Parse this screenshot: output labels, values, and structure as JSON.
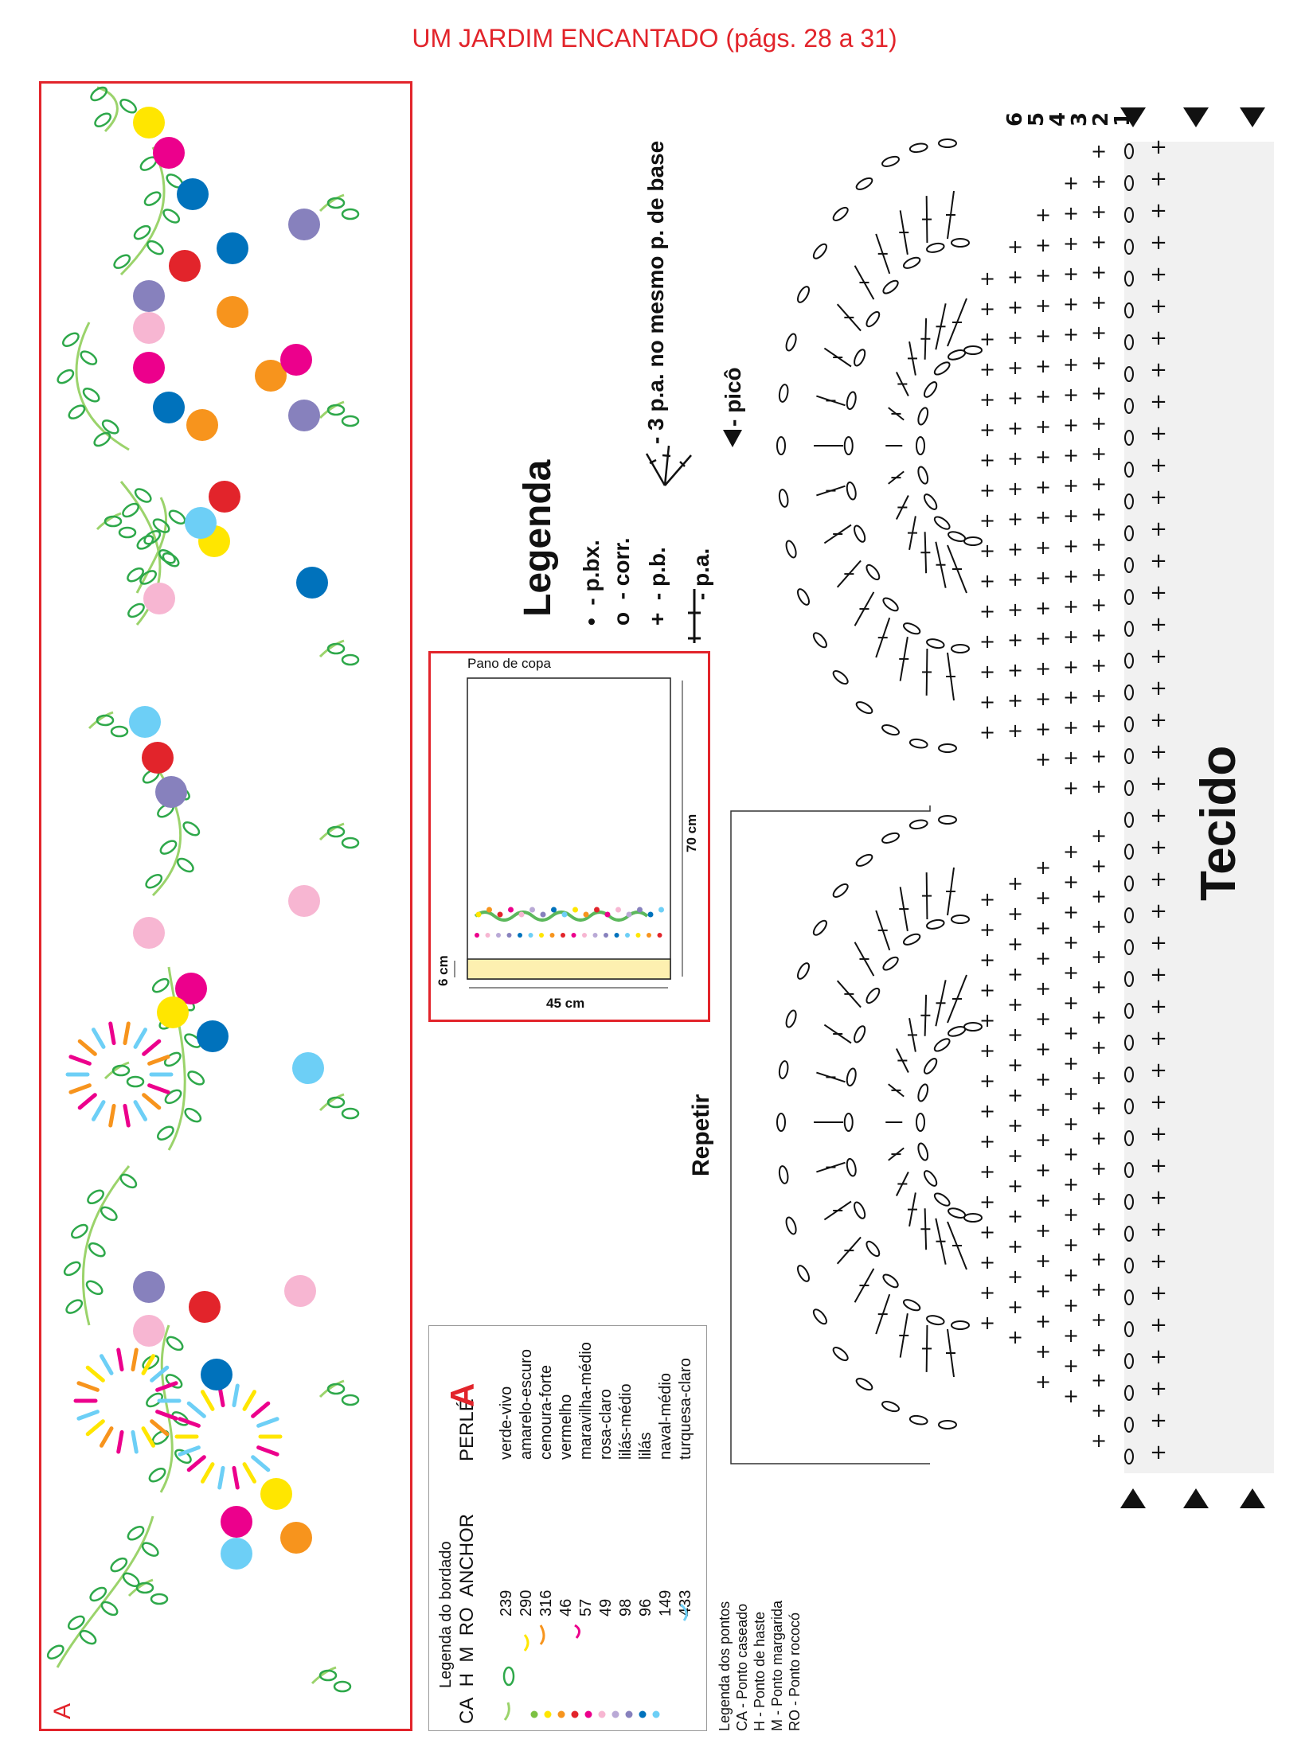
{
  "page": {
    "title": "UM JARDIM ENCANTADO (págs. 28 a 31)"
  },
  "panel_a": {
    "label": "A"
  },
  "towel": {
    "title": "Pano de copa",
    "height_label": "70 cm",
    "width_label": "45 cm",
    "hem_label": "6 cm"
  },
  "crochet_legend": {
    "title": "Legenda",
    "items": [
      {
        "symbol": "•",
        "text": "- p.bx."
      },
      {
        "symbol": "o",
        "text": "- corr."
      },
      {
        "symbol": "+",
        "text": "- p.b."
      },
      {
        "symbol": "ǂ",
        "text": "- p.a."
      },
      {
        "symbol": "3pa",
        "text": "- 3 p.a. no mesmo p. de base"
      },
      {
        "symbol": "▼",
        "text": "- picô"
      }
    ]
  },
  "chart": {
    "fabric_label": "Tecido",
    "repeat_label": "Repetir",
    "row_numbers": [
      "1",
      "2",
      "3",
      "4",
      "5",
      "6"
    ]
  },
  "embroidery_legend": {
    "title": "Legenda do bordado",
    "panel_letter": "A",
    "headers": [
      "CA",
      "H",
      "M",
      "RO",
      "ANCHOR",
      "PERLÉ"
    ],
    "rows": [
      {
        "anchor": "239",
        "perle": "verde-vivo",
        "color": "#7cc142"
      },
      {
        "anchor": "290",
        "perle": "amarelo-escuro",
        "color": "#ffe600"
      },
      {
        "anchor": "316",
        "perle": "cenoura-forte",
        "color": "#f7941d"
      },
      {
        "anchor": "46",
        "perle": "vermelho",
        "color": "#e2242b"
      },
      {
        "anchor": "57",
        "perle": "maravilha-médio",
        "color": "#ec008c"
      },
      {
        "anchor": "49",
        "perle": "rosa-claro",
        "color": "#f7b6d2"
      },
      {
        "anchor": "98",
        "perle": "lilás-médio",
        "color": "#b9a9d6"
      },
      {
        "anchor": "96",
        "perle": "lilás",
        "color": "#8781bd"
      },
      {
        "anchor": "149",
        "perle": "naval-médio",
        "color": "#0072bc"
      },
      {
        "anchor": "433",
        "perle": "turquesa-claro",
        "color": "#6dcff6"
      }
    ]
  },
  "stitch_legend": {
    "title": "Legenda dos pontos",
    "items": [
      "CA - Ponto caseado",
      "H - Ponto de haste",
      "M - Ponto margarida",
      "RO - Ponto rococó"
    ]
  }
}
